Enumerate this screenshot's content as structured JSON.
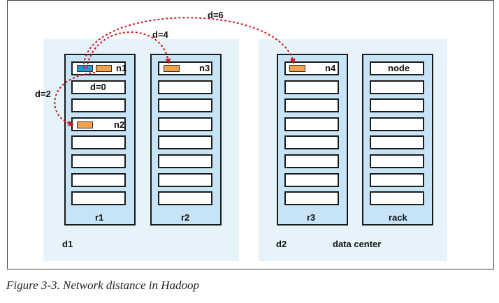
{
  "figure": {
    "caption": "Figure 3-3. Network distance in Hadoop"
  },
  "datacenters": [
    {
      "label": "d1"
    },
    {
      "label": "d2",
      "note": "data center"
    }
  ],
  "racks": [
    {
      "label": "r1"
    },
    {
      "label": "r2"
    },
    {
      "label": "r3"
    },
    {
      "label": "rack"
    }
  ],
  "nodes": {
    "n1": "n1",
    "n2": "n2",
    "n3": "n3",
    "n4": "n4",
    "legend_node": "node"
  },
  "distances": {
    "d0": "d=0",
    "d2": "d=2",
    "d4": "d=4",
    "d6": "d=6"
  },
  "colors": {
    "datacenter_bg": "#e7f3fb",
    "rack_bg": "#c7e4f6",
    "chip_orange": "#f3a14b",
    "chip_blue": "#2596d6",
    "arc_red": "#d0181c"
  }
}
